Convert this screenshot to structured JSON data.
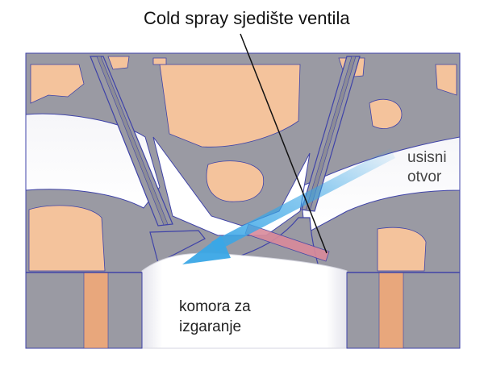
{
  "diagram": {
    "title": "Cold spray sjedište ventila",
    "intake_label_1": "usisni",
    "intake_label_2": "otvor",
    "chamber_label_1": "komora za",
    "chamber_label_2": "izgaranje",
    "colors": {
      "metal": "#9a9aa3",
      "outline": "#3f43a8",
      "coolant": "#f4c39c",
      "coolant_dark": "#e8a77c",
      "seat": "#d98a9b",
      "flow_arrow": "#3aa6e6",
      "chamber": "#f1f1f6"
    },
    "icons": [
      "flow-arrow-icon",
      "leader-line"
    ]
  }
}
